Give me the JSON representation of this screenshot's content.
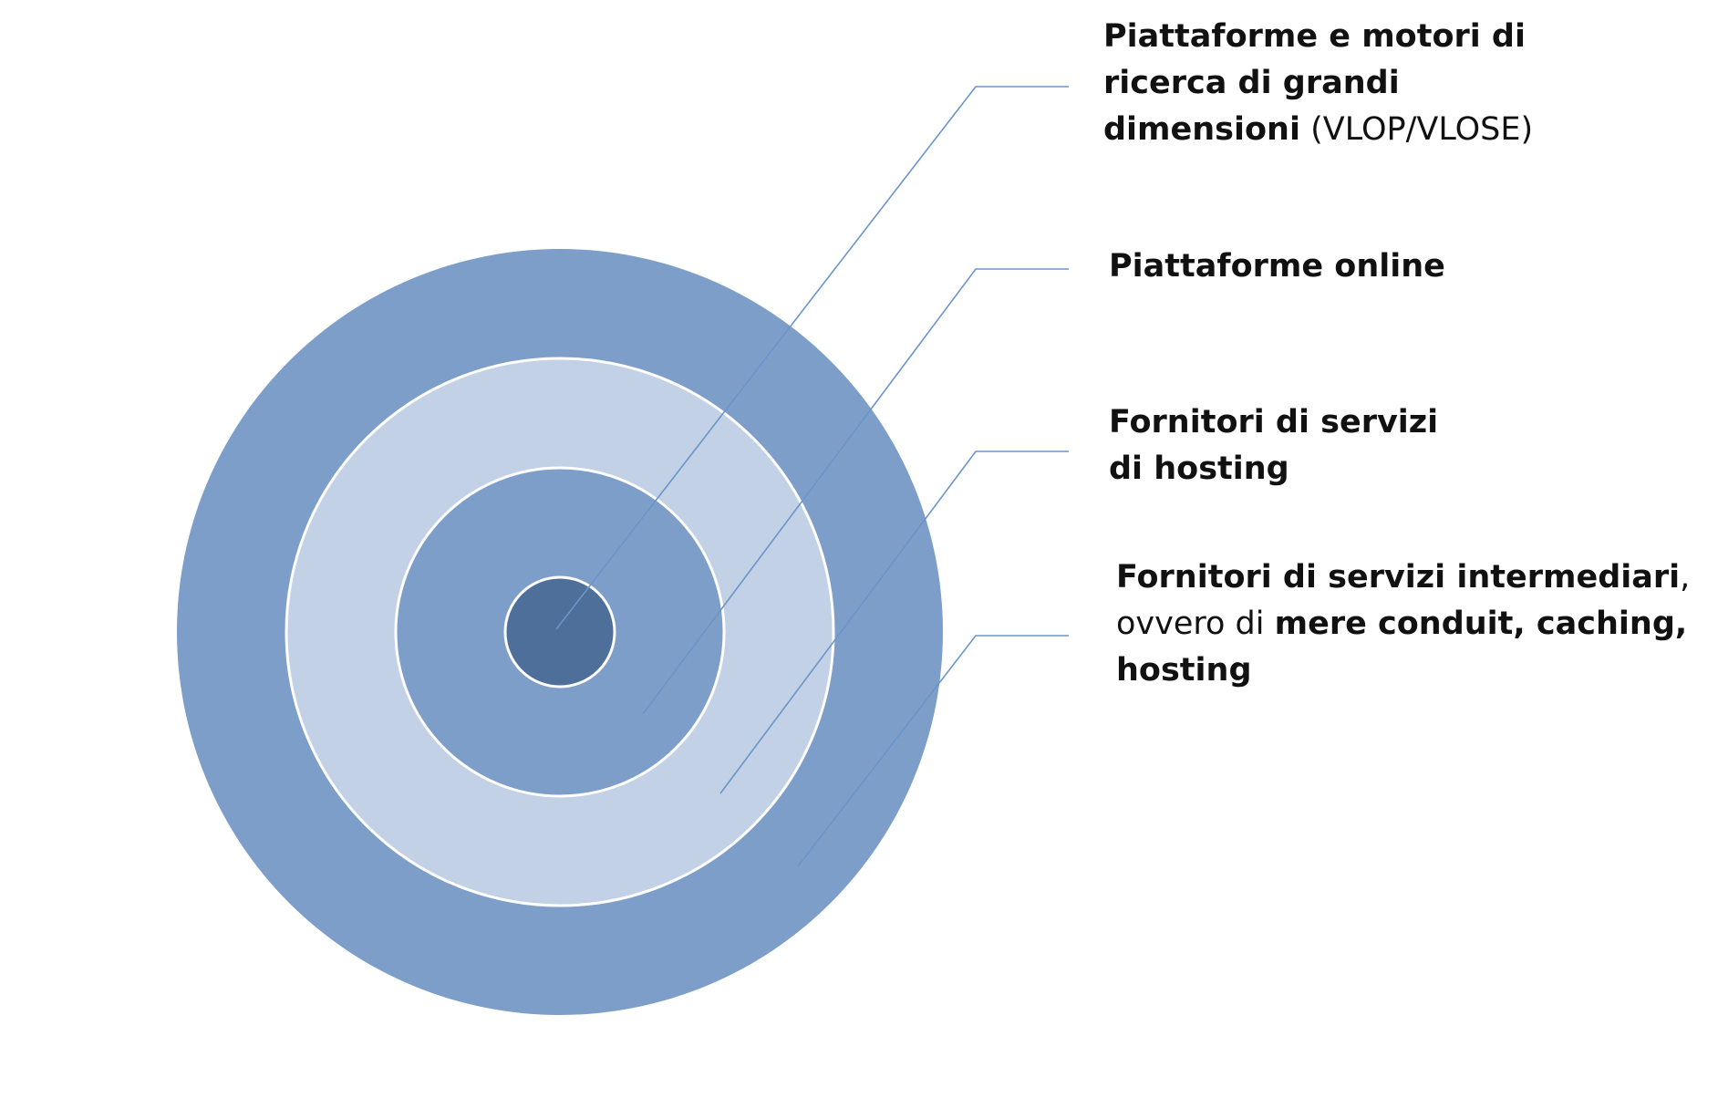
{
  "diagram": {
    "colors": {
      "outer_ring": "#7d9ec9",
      "inner_light_ring": "#c2d1e6",
      "mid_ring": "#7d9ec9",
      "core": "#4d6f99",
      "ring_border": "#ffffff",
      "leader_line": "#6a95c9"
    },
    "layers": [
      {
        "id": "vlop",
        "lines": [
          [
            {
              "text": "Piattaforme e motori di",
              "bold": true
            }
          ],
          [
            {
              "text": "ricerca di grandi",
              "bold": true
            }
          ],
          [
            {
              "text": "dimensioni",
              "bold": true
            },
            {
              "text": " (VLOP/VLOSE)",
              "bold": false
            }
          ]
        ]
      },
      {
        "id": "online",
        "lines": [
          [
            {
              "text": "Piattaforme online",
              "bold": true
            }
          ]
        ]
      },
      {
        "id": "hosting",
        "lines": [
          [
            {
              "text": "Fornitori di servizi",
              "bold": true
            }
          ],
          [
            {
              "text": "di hosting",
              "bold": true
            }
          ]
        ]
      },
      {
        "id": "inter",
        "lines": [
          [
            {
              "text": "Fornitori di servizi intermediari",
              "bold": true
            },
            {
              "text": ",",
              "bold": false
            }
          ],
          [
            {
              "text": "ovvero di ",
              "bold": false
            },
            {
              "text": "mere conduit, caching,",
              "bold": true
            }
          ],
          [
            {
              "text": "hosting",
              "bold": true
            }
          ]
        ]
      }
    ]
  }
}
